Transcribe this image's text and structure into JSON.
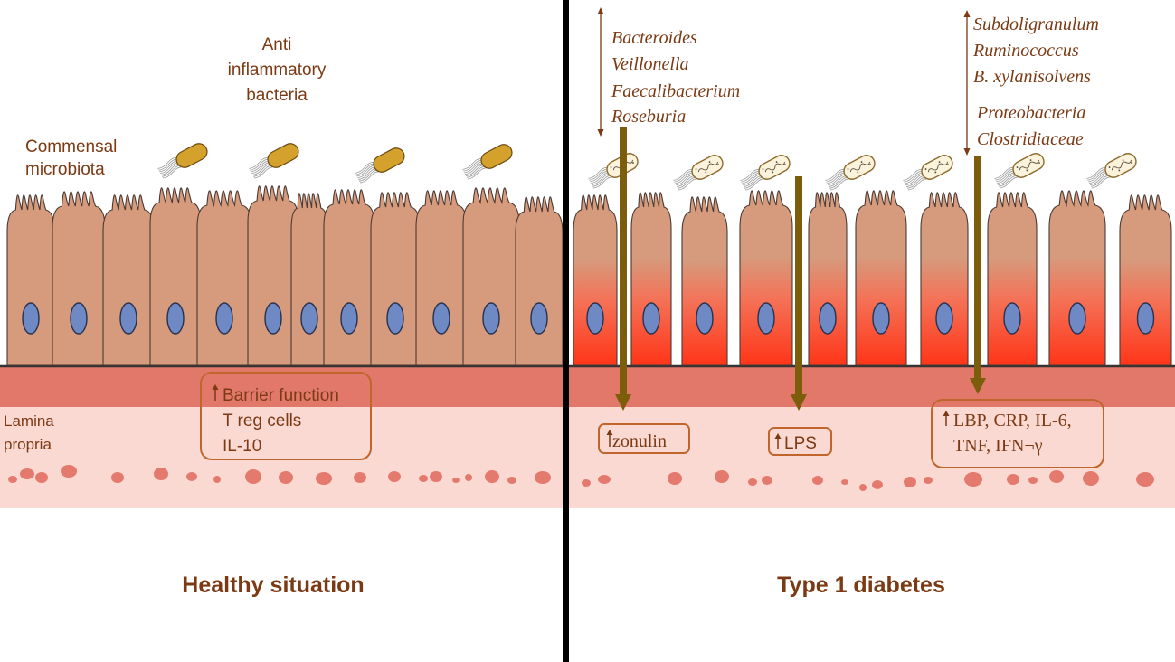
{
  "healthy": {
    "commensal_label": [
      "Commensal",
      "microbiota"
    ],
    "anti_inflammatory_label": [
      "Anti",
      "inflammatory",
      "bacteria"
    ],
    "lamina_label": [
      "Lamina",
      "propria"
    ],
    "effects": [
      "Barrier function",
      "T reg cells",
      "IL-10"
    ],
    "caption": "Healthy situation"
  },
  "diabetes": {
    "increased_group_1": [
      "Bacteroides",
      "Veillonella"
    ],
    "decreased_group_1": [
      "Faecalibacterium",
      "Roseburia"
    ],
    "increased_group_2": [
      "Subdoligranulum",
      "Ruminococcus",
      "B. xylanisolvens"
    ],
    "decreased_group_2": [
      "Proteobacteria",
      "Clostridiaceae"
    ],
    "marker_zonulin": "zonulin",
    "marker_lps": "LPS",
    "markers_inflammatory": [
      "LBP, CRP, IL-6,",
      "TNF, IFN¬γ"
    ],
    "caption": "Type 1 diabetes"
  },
  "colors": {
    "label_brown": "#7b3a14",
    "cell_tan": "#d69a7c",
    "cell_inflamed": "#ff3a1a",
    "nucleus_blue": "#6f89c4",
    "submucosa": "#e1786a",
    "lamina": "#fbd9d3",
    "blob": "#e47a6d",
    "arrow_olive": "#7b5d0c",
    "bacterium_gold": "#d4a22c"
  }
}
